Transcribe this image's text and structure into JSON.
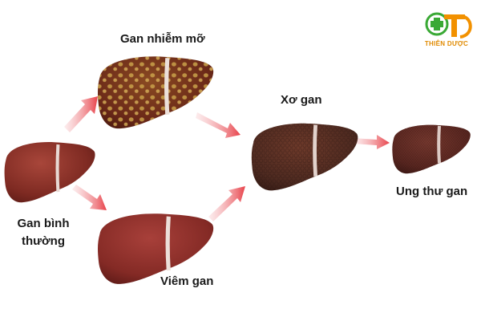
{
  "labels": {
    "normal_line1": "Gan bình",
    "normal_line2": "thường",
    "fatty": "Gan nhiễm mỡ",
    "hepatitis": "Viêm gan",
    "cirrhosis": "Xơ gan",
    "cancer": "Ung thư gan"
  },
  "logo": {
    "text": "THIÊN DƯỢC",
    "colors": {
      "green": "#3aa935",
      "orange": "#f29100"
    }
  },
  "colors": {
    "liver_normal": "#8b2f26",
    "liver_fatty": "#7a2a1a",
    "fat_spots": "#c9a14a",
    "liver_hepatitis": "#8e2c27",
    "liver_cirrhosis": "#5a2e22",
    "liver_cancer": "#5e2a24",
    "arrow": "#e8424a"
  }
}
